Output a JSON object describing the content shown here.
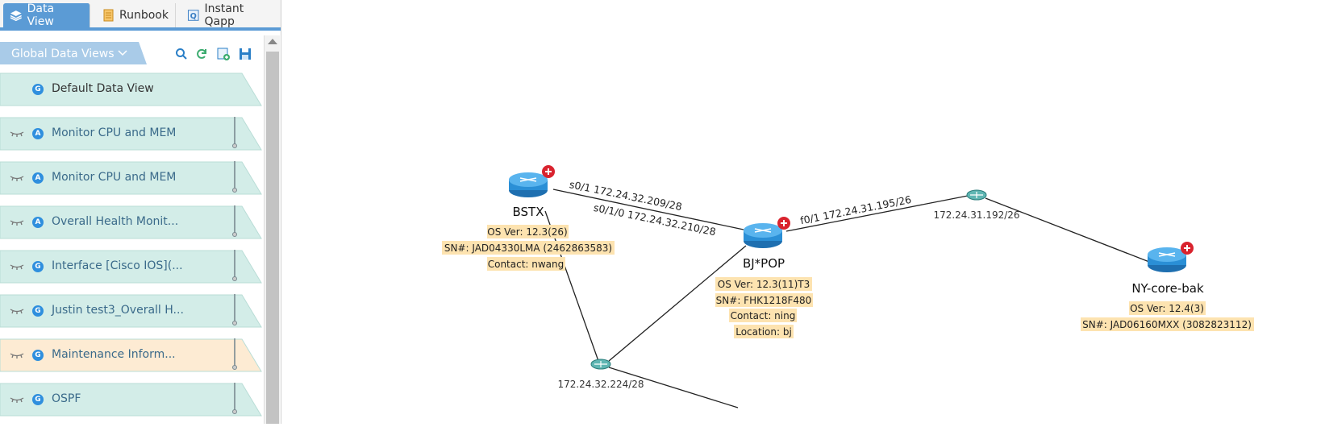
{
  "tabs": [
    {
      "label": "Data View",
      "icon": "layers-icon"
    },
    {
      "label": "Runbook",
      "icon": "runbook-icon"
    },
    {
      "label": "Instant Qapp",
      "icon": "qapp-icon"
    }
  ],
  "panel": {
    "title": "Global Data Views",
    "tools": [
      "search-icon",
      "refresh-icon",
      "add-view-icon",
      "save-icon"
    ],
    "items": [
      {
        "badge": "G",
        "label": "Default Data View",
        "color": "#d3ede8"
      },
      {
        "badge": "A",
        "label": "Monitor CPU and MEM",
        "color": "#d3ede8"
      },
      {
        "badge": "A",
        "label": "Monitor CPU and MEM",
        "color": "#d3ede8"
      },
      {
        "badge": "A",
        "label": "Overall Health Monit...",
        "color": "#d3ede8"
      },
      {
        "badge": "G",
        "label": "Interface [Cisco IOS](...",
        "color": "#d3ede8"
      },
      {
        "badge": "G",
        "label": "Justin test3_Overall H...",
        "color": "#d3ede8"
      },
      {
        "badge": "G",
        "label": "Maintenance Inform...",
        "color": "#fdebd3"
      },
      {
        "badge": "G",
        "label": "OSPF",
        "color": "#d3ede8"
      }
    ]
  },
  "map": {
    "devices": [
      {
        "name": "BSTX",
        "info": [
          "OS Ver: 12.3(26)",
          "SN#: JAD04330LMA (2462863583)",
          "Contact: nwang"
        ]
      },
      {
        "name": "BJ*POP",
        "info": [
          "OS Ver: 12.3(11)T3",
          "SN#: FHK1218F480",
          "Contact: ning",
          "Location: bj"
        ]
      },
      {
        "name": "NY-core-bak",
        "info": [
          "OS Ver: 12.4(3)",
          "SN#: JAD06160MXX (3082823112)"
        ]
      }
    ],
    "networks": [
      "172.24.31.192/26",
      "172.24.32.224/28"
    ],
    "links": [
      "s0/1 172.24.32.209/28",
      "s0/1/0 172.24.32.210/28",
      "f0/1 172.24.31.195/26"
    ],
    "colors": {
      "info_bg": "#fde3b0",
      "router": "#2a8fd6",
      "alert": "#d9232e"
    }
  }
}
